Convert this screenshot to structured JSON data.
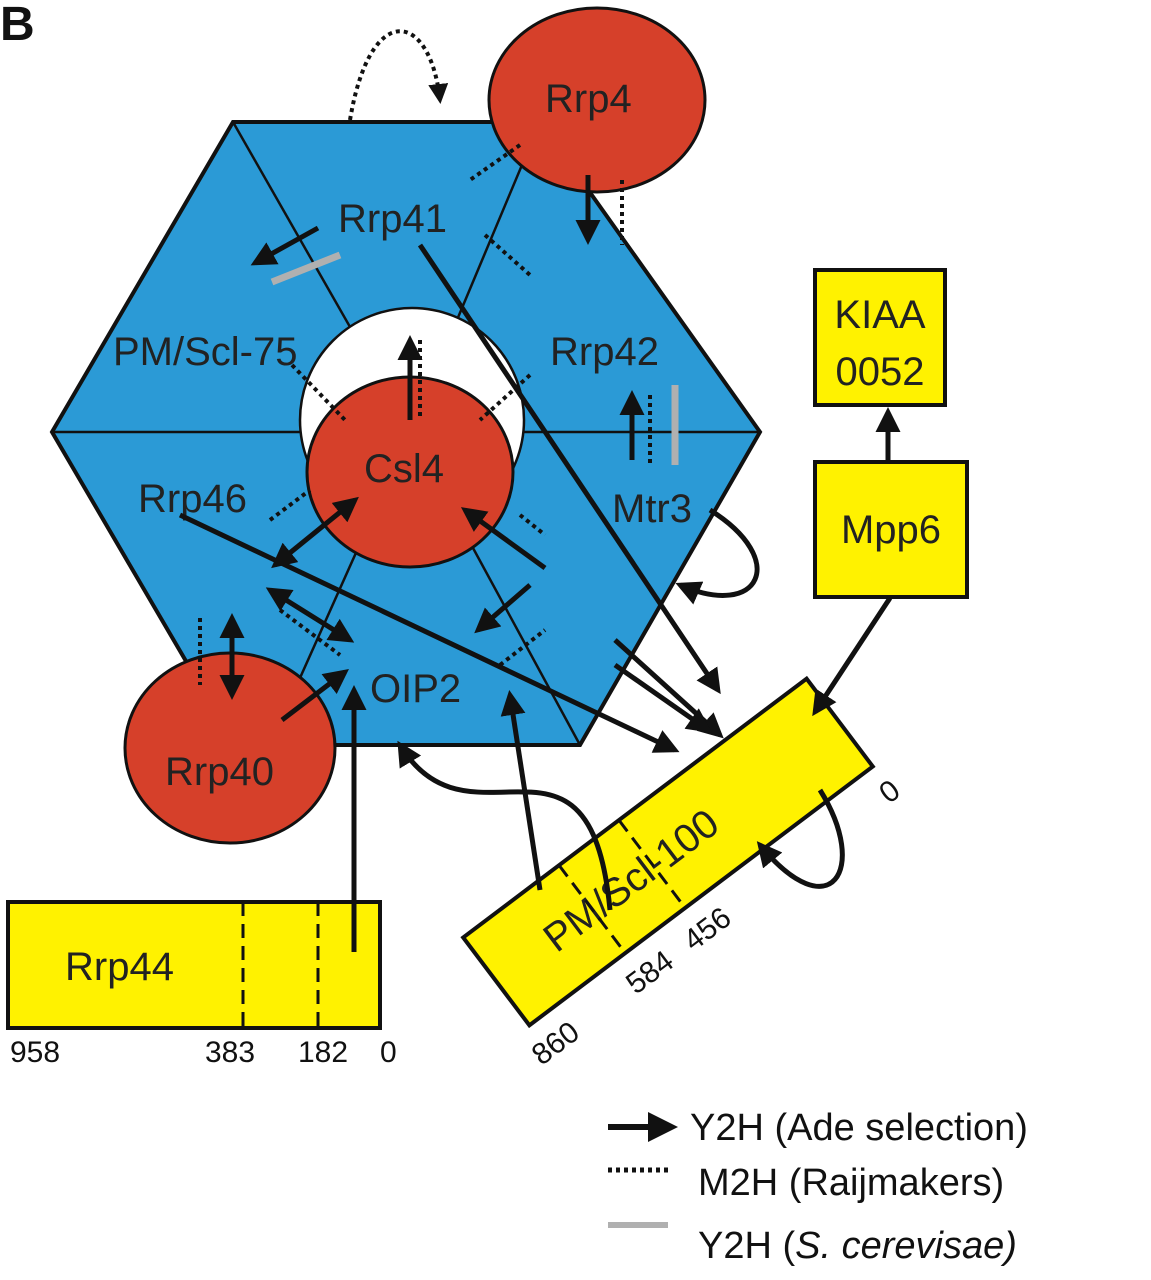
{
  "panel_label": "B",
  "colors": {
    "hexagon": "#2b9ad6",
    "circle": "#d6402a",
    "box": "#fff200",
    "line": "#111111",
    "cerevisiae_line": "#b0b0b0"
  },
  "subunits": {
    "rrp41": "Rrp41",
    "pm_scl_75": "PM/Scl-75",
    "rrp42": "Rrp42",
    "rrp46": "Rrp46",
    "mtr3": "Mtr3",
    "oip2": "OIP2",
    "csl4": "Csl4",
    "rrp4": "Rrp4",
    "rrp40": "Rrp40"
  },
  "boxes": {
    "kiaa_line1": "KIAA",
    "kiaa_line2": "0052",
    "mpp6": "Mpp6",
    "rrp44": "Rrp44",
    "rrp44_ticks": [
      "958",
      "383",
      "182",
      "0"
    ],
    "pm_scl_100": "PM/Scl-100",
    "pm_scl_100_ticks": [
      "860",
      "584",
      "456",
      "0"
    ]
  },
  "legend": [
    {
      "style": "solid-arrow",
      "text": "Y2H (Ade selection)"
    },
    {
      "style": "dotted",
      "text": "M2H (Raijmakers)"
    },
    {
      "style": "grey",
      "text_prefix": "Y2H (",
      "text_italic": "S. cerevisae)"
    }
  ]
}
